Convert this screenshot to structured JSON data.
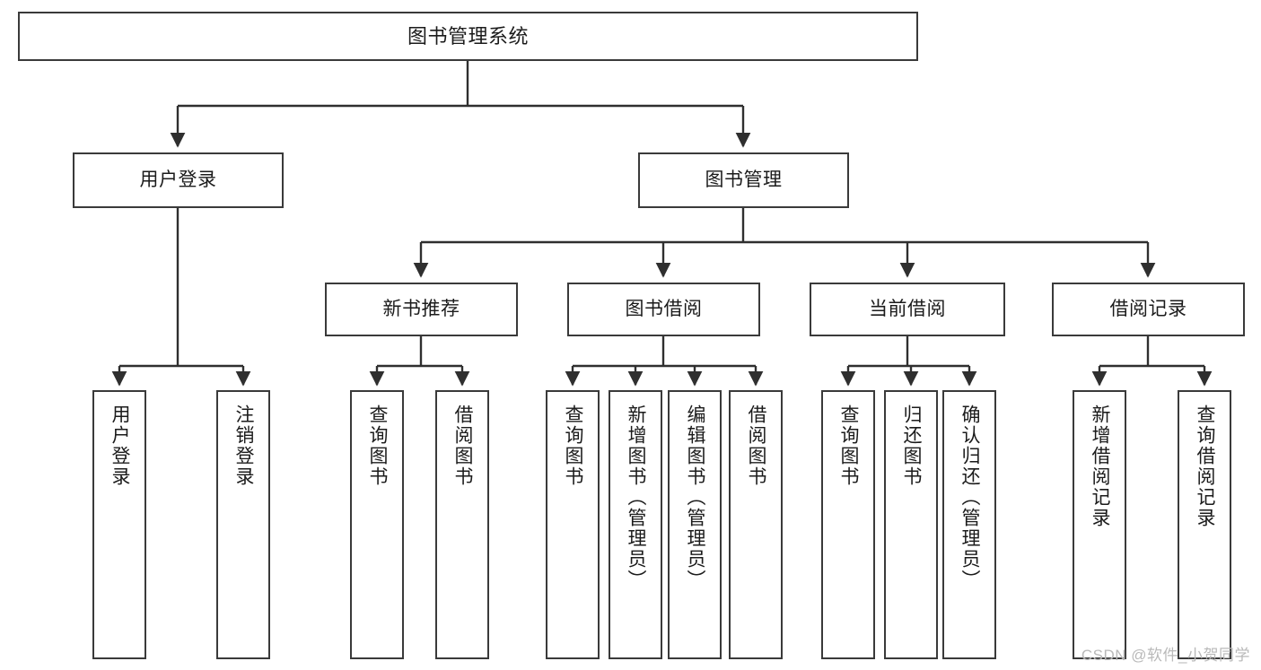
{
  "diagram": {
    "type": "tree",
    "title": "图书管理系统",
    "colors": {
      "box_border": "#3a3a3a",
      "box_fill": "#ffffff",
      "connector": "#2f2f2f",
      "text": "#1b1b1b",
      "watermark": "#b9b9b9"
    },
    "root": {
      "label": "图书管理系统"
    },
    "level2": [
      {
        "label": "用户登录"
      },
      {
        "label": "图书管理"
      }
    ],
    "level3": [
      {
        "label": "新书推荐"
      },
      {
        "label": "图书借阅"
      },
      {
        "label": "当前借阅"
      },
      {
        "label": "借阅记录"
      }
    ],
    "leaves": {
      "user_login": [
        {
          "label": "用户登录"
        },
        {
          "label": "注销登录"
        }
      ],
      "new_book": [
        {
          "label": "查询图书"
        },
        {
          "label": "借阅图书"
        }
      ],
      "borrow_book": [
        {
          "label": "查询图书"
        },
        {
          "label": "新增图书（管理员）"
        },
        {
          "label": "编辑图书（管理员）"
        },
        {
          "label": "借阅图书"
        }
      ],
      "current_borrow": [
        {
          "label": "查询图书"
        },
        {
          "label": "归还图书"
        },
        {
          "label": "确认归还（管理员）"
        }
      ],
      "borrow_record": [
        {
          "label": "新增借阅记录"
        },
        {
          "label": "查询借阅记录"
        }
      ]
    }
  },
  "watermark": {
    "text": "CSDN @软件_小贺同学"
  }
}
